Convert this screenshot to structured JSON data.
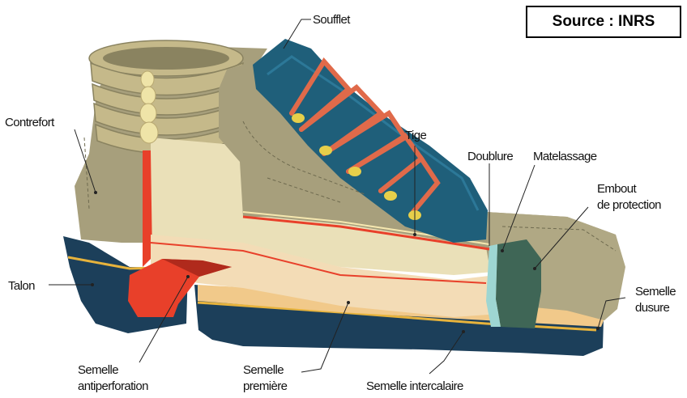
{
  "source": "Source : INRS",
  "labels": {
    "soufflet": "Soufflet",
    "contrefort": "Contrefort",
    "tige": "Tige",
    "doublure": "Doublure",
    "matelassage": "Matelassage",
    "embout_1": "Embout",
    "embout_2": "de protection",
    "talon": "Talon",
    "semelle_usure_1": "Semelle",
    "semelle_usure_2": "dusure",
    "semelle_antiperf_1": "Semelle",
    "semelle_antiperf_2": "antiperforation",
    "semelle_premiere_1": "Semelle",
    "semelle_premiere_2": "première",
    "semelle_intercalaire": "Semelle intercalaire"
  },
  "colors": {
    "leather": "#a79f7c",
    "leather_dark": "#8a8360",
    "collar": "#c5b98a",
    "tongue": "#1f5f7a",
    "laces": "#e06a4a",
    "red_layer": "#e8402a",
    "insole": "#f3dcb6",
    "sole_dark": "#1c3f5a",
    "toe_cap": "#3f6656"
  }
}
